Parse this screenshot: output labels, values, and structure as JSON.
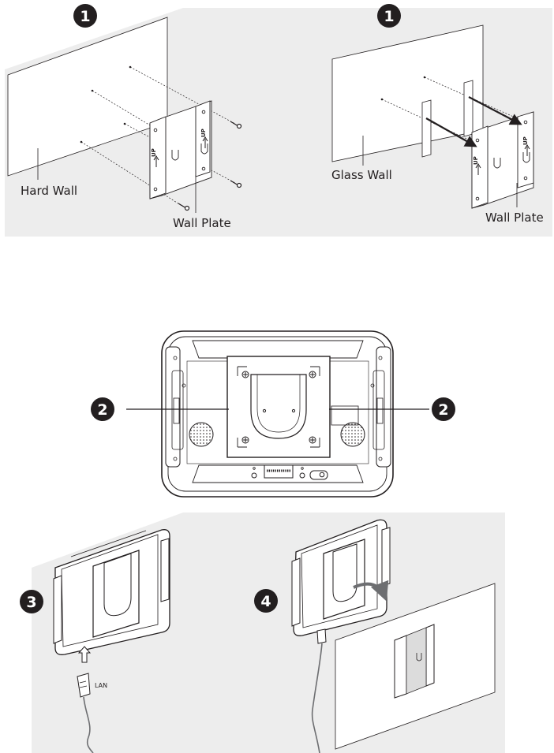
{
  "step1_left": {
    "badge": "1",
    "hard_wall_label": "Hard Wall",
    "wall_plate_label": "Wall Plate",
    "plate_mark_left": "UP",
    "plate_mark_right": "UP"
  },
  "step1_right": {
    "badge": "1",
    "glass_wall_label": "Glass Wall",
    "wall_plate_label": "Wall Plate",
    "plate_mark_left": "UP",
    "plate_mark_right": "UP"
  },
  "step2": {
    "badge_left": "2",
    "badge_right": "2"
  },
  "step3": {
    "badge": "3",
    "lan_label": "LAN"
  },
  "step4": {
    "badge": "4"
  },
  "colors": {
    "background_panel": "#ededed",
    "line": "#231f20",
    "badge_fill": "#231f20"
  }
}
